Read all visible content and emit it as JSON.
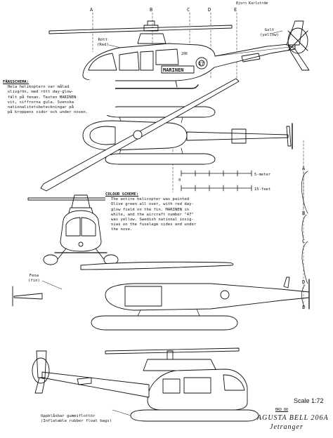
{
  "header": {
    "scribble": "Bjorn Karlström"
  },
  "section_letters": [
    "A",
    "B",
    "C",
    "D",
    "E"
  ],
  "callouts": {
    "rott": "Rött\n(Red)",
    "gult": "Gult\n(yellow)",
    "fena": "Fena\n(fin)",
    "floats": "Uppblåsbar gummiflottör\n(Inflatable rubber float bags)"
  },
  "fuselage_text": {
    "marinen": "MARINEN",
    "number": "47",
    "code": "206"
  },
  "fargschema": {
    "heading": "FÄRGSCHEMA:",
    "body": "  Hela helikoptern var målad\n  olivgrön, med rött day-glow-\n  fält på fenan. Texten MARINEN\n  vit, siffrorna gula. Svenska\n  nationalitetsbeteckningar på\n  på kroppens sidor och under nosen."
  },
  "colour_scheme": {
    "heading": "COLOUR SCHEME:",
    "body": "The entire helicopter was painted\nOlive green all over, with red day-\nglow field on the fin. MARINEN in\nwhite, and the aircraft number \"47\"\nwas yellow. Swedish national insig-\nnias on the fuselage sides and under\nthe nose."
  },
  "scale_bar": {
    "top_label": "5-meter",
    "bottom_label": "15-feet",
    "zero": "0"
  },
  "scale_note": "Scale 1:72",
  "designer": "BKD 88",
  "title": {
    "line1": "AGUSTA BELL 206A",
    "line2": "Jetranger"
  }
}
